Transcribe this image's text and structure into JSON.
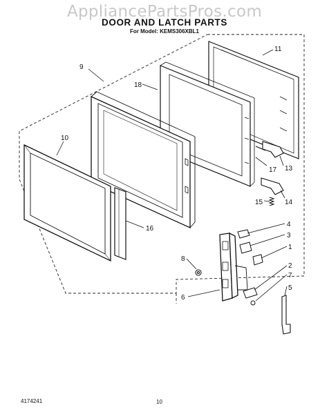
{
  "watermark": "AppliancePartsPros.com",
  "title": "DOOR AND LATCH PARTS",
  "subtitle": "For Model: KEMS306XBL1",
  "footer": {
    "doc_number": "4174241",
    "page": "10"
  },
  "callouts": {
    "c11": "11",
    "c9": "9",
    "c18": "18",
    "c10": "10",
    "c16": "16",
    "c17": "17",
    "c13": "13",
    "c14": "14",
    "c15": "15",
    "c4": "4",
    "c3": "3",
    "c1": "1",
    "c8": "8",
    "c2": "2",
    "c7": "7",
    "c5": "5",
    "c6": "6"
  }
}
